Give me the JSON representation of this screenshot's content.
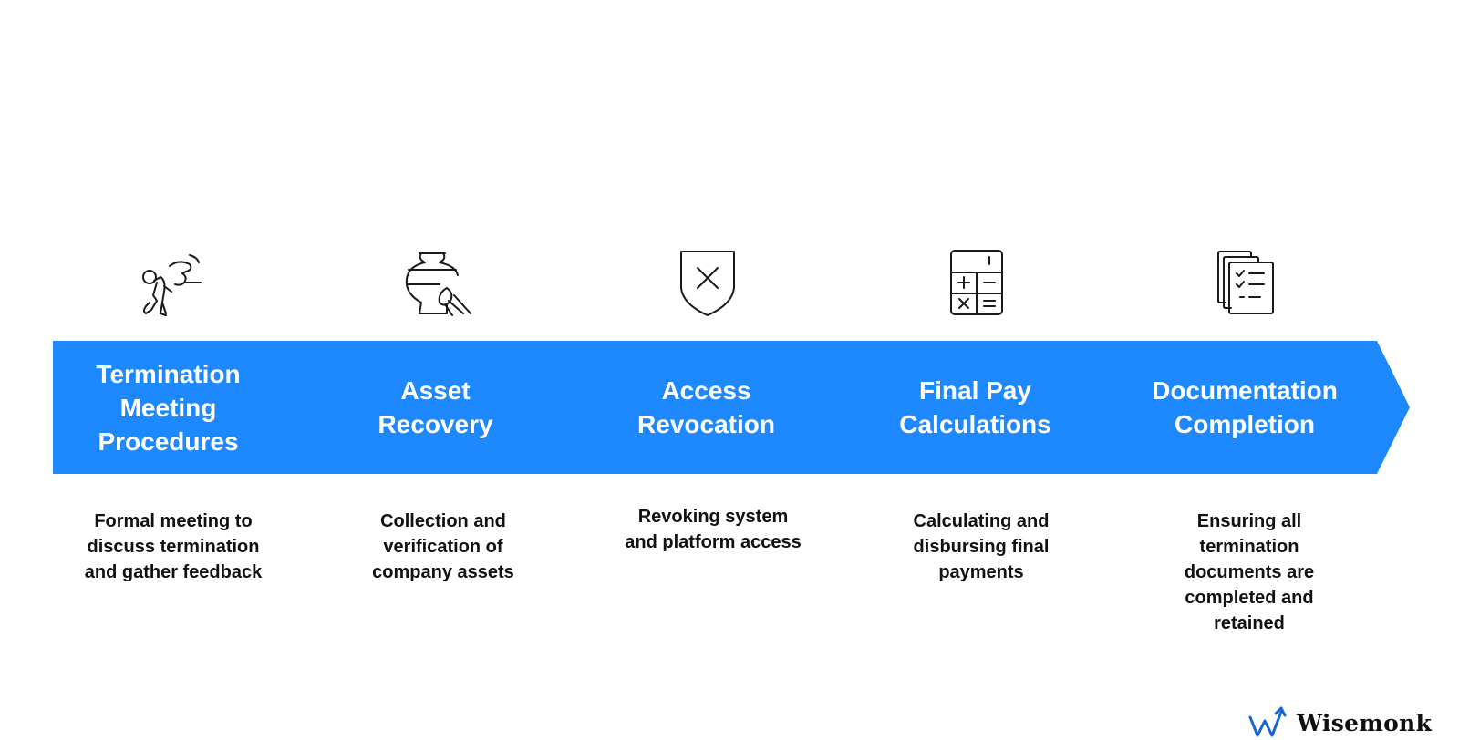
{
  "colors": {
    "chevron": "#1e88ff",
    "chevron_text": "#ffffff",
    "desc_text": "#111111",
    "icon_stroke": "#1a1a1a",
    "brand_mark": "#1565d8"
  },
  "steps": [
    {
      "title": "Termination\nMeeting\nProcedures",
      "description": "Formal meeting to\ndiscuss termination\nand gather feedback",
      "icon": "person-leaving-icon"
    },
    {
      "title": "Asset\nRecovery",
      "description": "Collection and\nverification of\ncompany assets",
      "icon": "vase-brush-icon"
    },
    {
      "title": "Access\nRevocation",
      "description": "Revoking system\nand platform access",
      "icon": "shield-x-icon"
    },
    {
      "title": "Final Pay\nCalculations",
      "description": "Calculating and\ndisbursing final\npayments",
      "icon": "calculator-icon"
    },
    {
      "title": "Documentation\nCompletion",
      "description": "Ensuring all\ntermination\ndocuments are\ncompleted and\nretained",
      "icon": "checklist-documents-icon"
    }
  ],
  "brand": {
    "name": "Wisemonk",
    "icon": "wisemonk-logo-icon"
  }
}
